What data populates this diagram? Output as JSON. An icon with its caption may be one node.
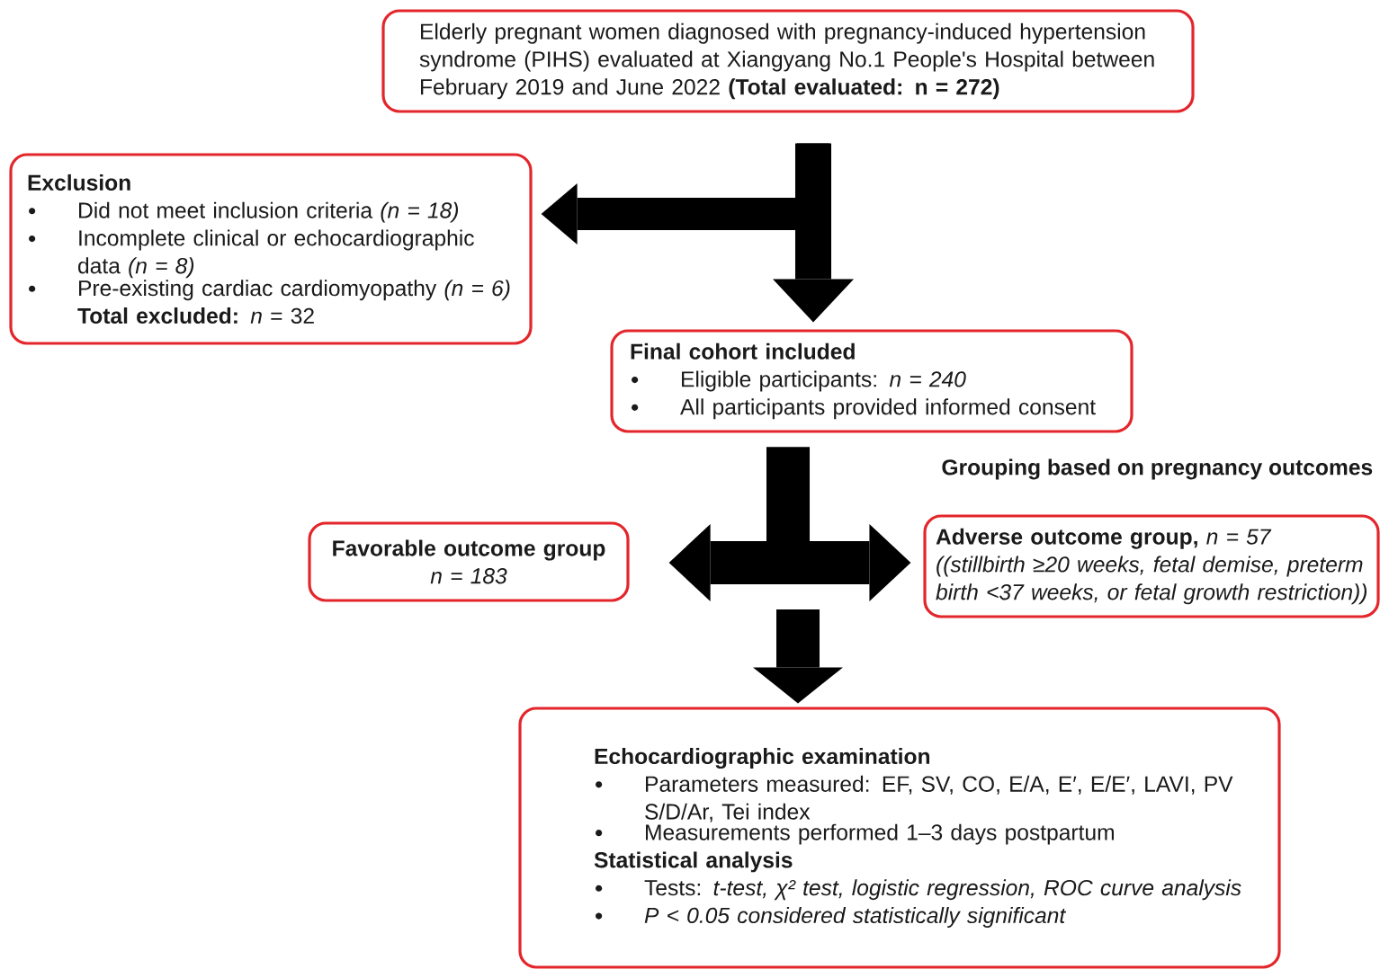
{
  "diagram": {
    "nodes": [
      {
        "text": [
          "Elderly pregnant women diagnosed with pregnancy-induced hypertension syndrome (PIHS) evaluated at Xiangyang No.1 People's Hospital between February 2019 and June 2022 **(Total evaluated: n = 272)**"
        ]
      },
      {
        "text": [
          "Exclusion",
          "Did not meet inclusion criteria *(n = 18)*",
          "Incomplete clinical or echocardiographic data *(n = 8)*",
          "Pre-existing cardiac cardiomyopathy *(n = 6)*",
          "**Total excluded:** *n* = 32"
        ]
      },
      {
        "text": [
          "Final cohort included",
          "Eligible participants: *n = 240*",
          "All participants provided informed consent"
        ]
      },
      {
        "text": [
          "Favorable outcome group",
          "n = 183"
        ]
      },
      {
        "text": [
          "**Adverse outcome group,** *n = 57*",
          "((stillbirth ≥20 weeks, fetal demise, preterm birth <37 weeks, or fetal growth restriction))"
        ]
      },
      {
        "text": [
          "Echocardiographic examination",
          "Parameters measured: EF, SV, CO, E/A, E′, E/E′, LAVI, PV S/D/Ar, Tei index",
          "Measurements performed 1–3 days postpartum",
          "Statistical analysis",
          "Tests: *t-test, χ² test, logistic regression, ROC curve analysis*",
          "P < 0.05 considered statistically significant"
        ]
      }
    ],
    "edges": [
      {
        "from": 0,
        "to": 2,
        "arrow": "to"
      },
      {
        "from": 0,
        "to": 1,
        "arrow": "to"
      },
      {
        "from": 2,
        "to": 3,
        "arrow": "to"
      },
      {
        "from": 2,
        "to": 4,
        "arrow": "to"
      },
      {
        "from": null,
        "to": 5,
        "arrow": "to"
      }
    ],
    "labels": [
      "Grouping based on pregnancy outcomes"
    ]
  }
}
